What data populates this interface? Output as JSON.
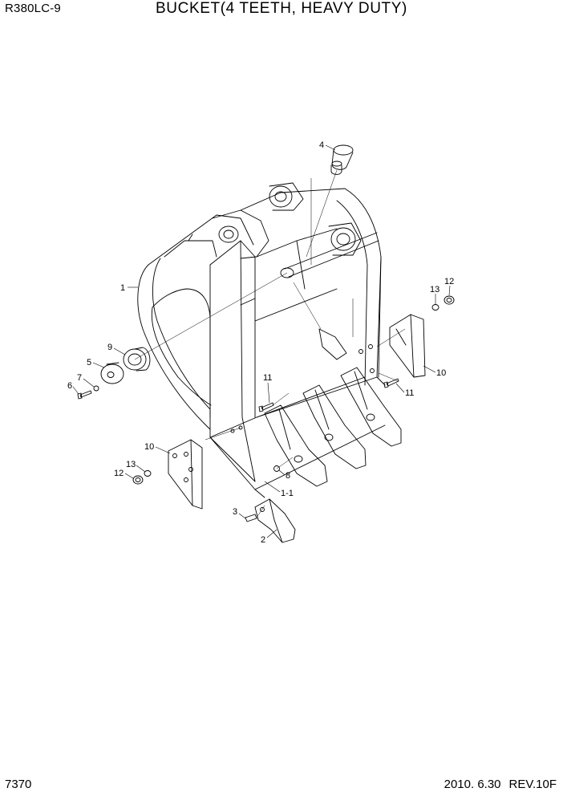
{
  "header": {
    "model": "R380LC-9",
    "title": "BUCKET(4 TEETH, HEAVY DUTY)"
  },
  "footer": {
    "page_number": "7370",
    "date": "2010. 6.30",
    "revision": "REV.10F"
  },
  "callouts": [
    "1",
    "1-1",
    "2",
    "3",
    "4",
    "5",
    "6",
    "7",
    "8",
    "9",
    "10",
    "10",
    "11",
    "11",
    "12",
    "12",
    "13",
    "13"
  ]
}
